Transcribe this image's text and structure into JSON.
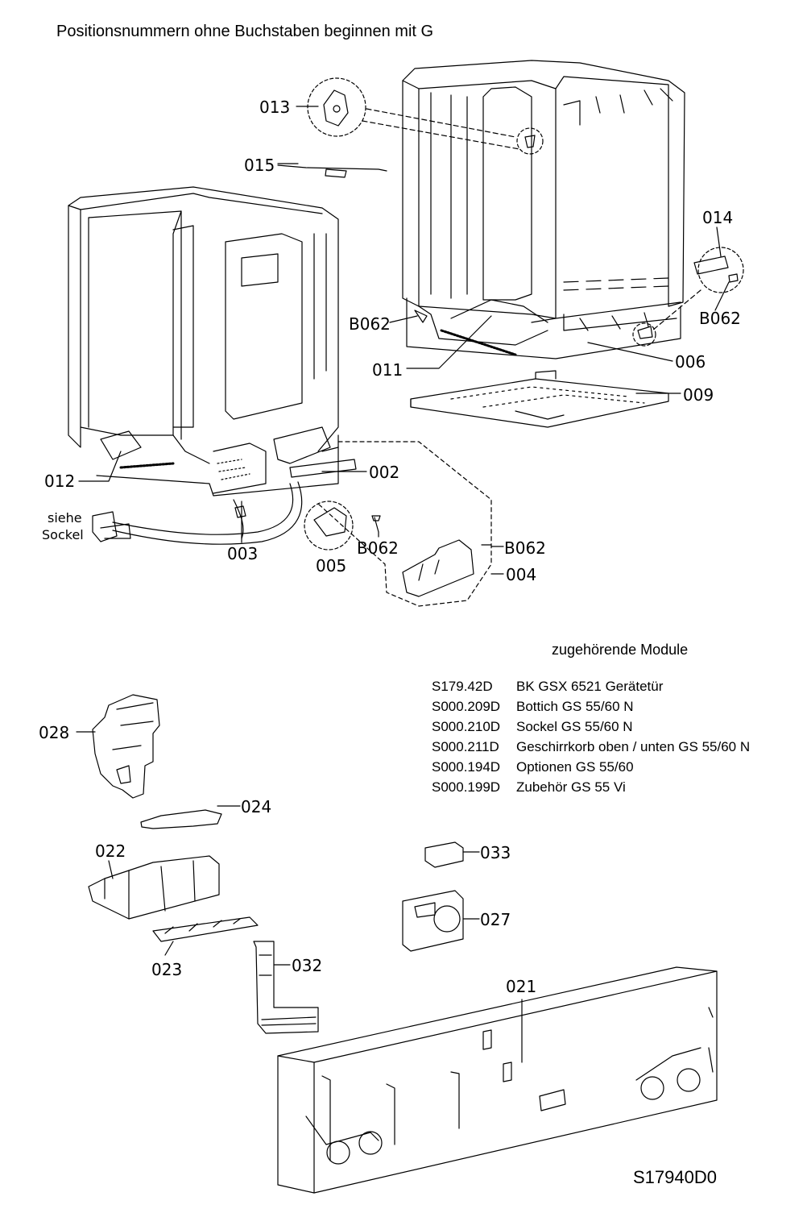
{
  "title": "Positionsnummern ohne Buchstaben beginnen mit G",
  "parts": {
    "p013": "013",
    "p015": "015",
    "p014": "014",
    "b062_right": "B062",
    "b062_left": "B062",
    "p011": "011",
    "p006": "006",
    "p009": "009",
    "p012": "012",
    "p002": "002",
    "siehe_sockel_line1": "siehe",
    "siehe_sockel_line2": "Sockel",
    "p003": "003",
    "b062_bottom": "B062",
    "p005": "005",
    "b062_module": "B062",
    "p004": "004",
    "p028": "028",
    "p024": "024",
    "p022": "022",
    "p033": "033",
    "p027": "027",
    "p023": "023",
    "p032": "032",
    "p021": "021"
  },
  "modules": {
    "heading": "zugehörende Module",
    "rows": [
      {
        "code": "S179.42D",
        "desc": "BK GSX 6521 Gerätetür"
      },
      {
        "code": "S000.209D",
        "desc": "Bottich GS 55/60 N"
      },
      {
        "code": "S000.210D",
        "desc": "Sockel GS 55/60 N"
      },
      {
        "code": "S000.211D",
        "desc": "Geschirrkorb oben / unten GS 55/60 N"
      },
      {
        "code": "S000.194D",
        "desc": "Optionen GS 55/60"
      },
      {
        "code": "S000.199D",
        "desc": "Zubehör GS 55 Vi"
      }
    ]
  },
  "drawing_id": "S17940D0"
}
